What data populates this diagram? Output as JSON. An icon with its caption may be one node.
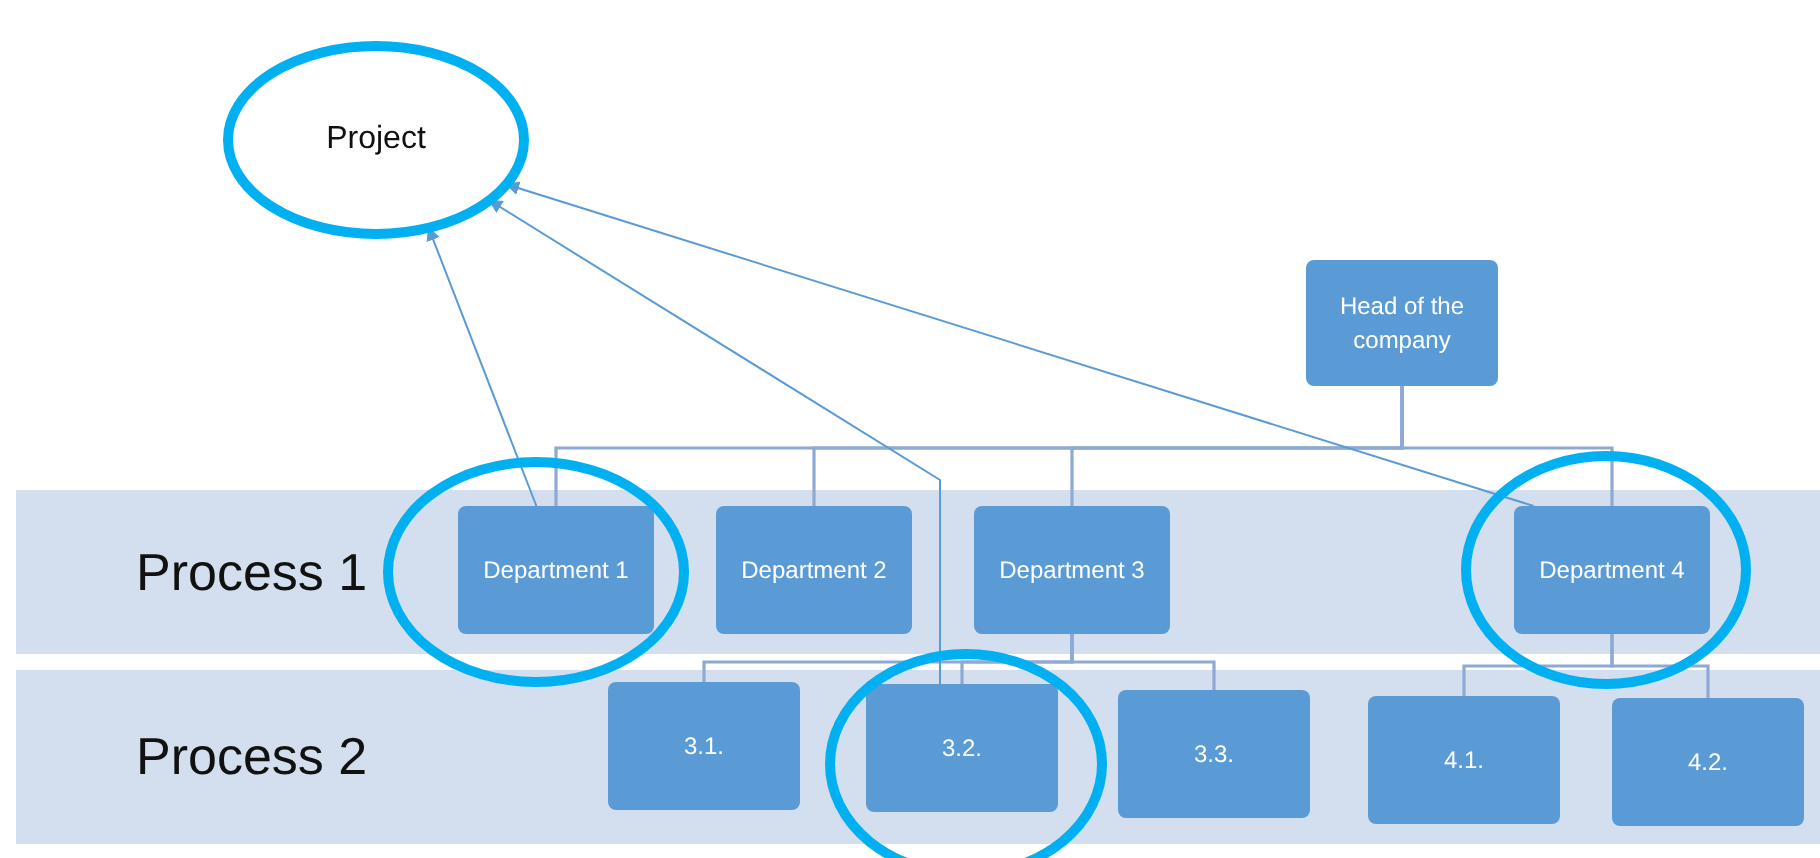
{
  "diagram": {
    "nodes": [
      {
        "text": [
          "Project"
        ]
      },
      {
        "text": [
          "Head of the company"
        ]
      },
      {
        "text": [
          "Process 1"
        ]
      },
      {
        "text": [
          "Department 1"
        ],
        "in": 2
      },
      {
        "text": [
          "Department 2"
        ],
        "in": 2
      },
      {
        "text": [
          "Department 3"
        ],
        "in": 2
      },
      {
        "text": [
          "Department 4"
        ],
        "in": 2
      },
      {
        "text": [
          "Process 2"
        ]
      },
      {
        "text": [
          "3.1."
        ],
        "in": 7
      },
      {
        "text": [
          "3.2."
        ],
        "in": 7
      },
      {
        "text": [
          "3.3."
        ],
        "in": 7
      },
      {
        "text": [
          "4.1."
        ],
        "in": 7
      },
      {
        "text": [
          "4.2."
        ],
        "in": 7
      }
    ],
    "edges": [
      {
        "from": 1,
        "to": 3,
        "arrow": "none"
      },
      {
        "from": 1,
        "to": 4,
        "arrow": "none"
      },
      {
        "from": 1,
        "to": 5,
        "arrow": "none"
      },
      {
        "from": 1,
        "to": 6,
        "arrow": "none"
      },
      {
        "from": 5,
        "to": 8,
        "arrow": "none"
      },
      {
        "from": 5,
        "to": 9,
        "arrow": "none"
      },
      {
        "from": 5,
        "to": 10,
        "arrow": "none"
      },
      {
        "from": 6,
        "to": 11,
        "arrow": "none"
      },
      {
        "from": 6,
        "to": 12,
        "arrow": "none"
      },
      {
        "from": 3,
        "to": 0,
        "arrow": "to",
        "color": "#5b9bd5"
      },
      {
        "from": 9,
        "to": 0,
        "arrow": "to",
        "color": "#5b9bd5"
      },
      {
        "from": 6,
        "to": 0,
        "arrow": "to",
        "color": "#5b9bd5"
      }
    ]
  }
}
